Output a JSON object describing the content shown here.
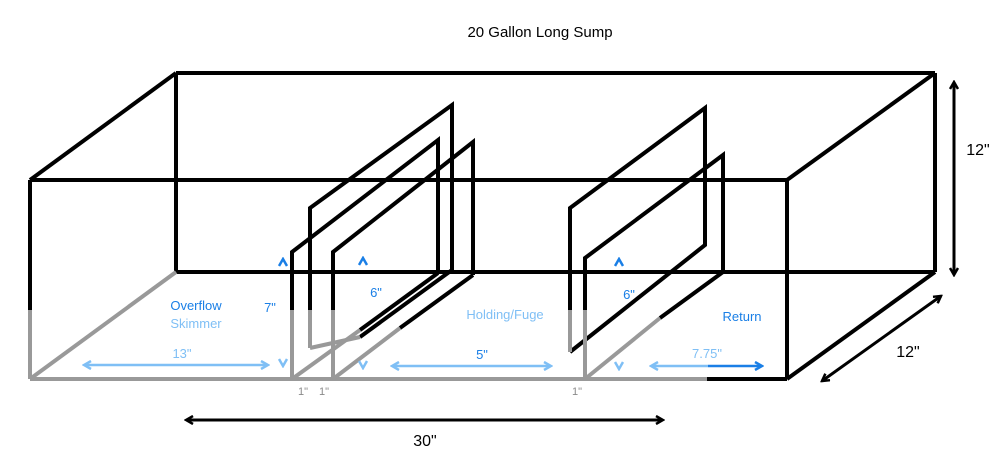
{
  "title": "20 Gallon Long Sump",
  "colors": {
    "outline": "#000000",
    "water_outline": "#999999",
    "label_dark_blue": "#1a7fe6",
    "label_light_blue": "#7fbff5",
    "measure_gray": "#8a8a8a"
  },
  "dimensions": {
    "length": "30\"",
    "height": "12\"",
    "depth": "12\""
  },
  "chambers": {
    "overflow": {
      "label": "Overflow",
      "sublabel": "Skimmer",
      "width": "13\"",
      "baffle_height": "7\""
    },
    "holding": {
      "label": "Holding/Fuge",
      "width": "5\"",
      "baffle_height": "6\""
    },
    "return": {
      "label": "Return",
      "width": "7.75\"",
      "baffle_height": "6\""
    }
  },
  "gaps": [
    {
      "label": "1\""
    },
    {
      "label": "1\""
    },
    {
      "label": "1\""
    }
  ]
}
